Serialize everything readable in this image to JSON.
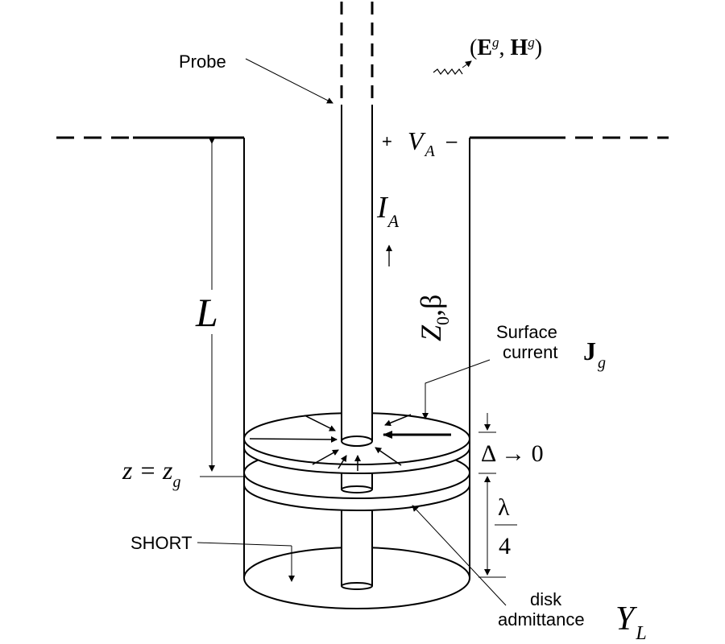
{
  "labels": {
    "probe": "Probe",
    "incident_field": {
      "open": "(",
      "e": "E",
      "e_sup": "g",
      "comma": ", ",
      "h": "H",
      "h_sup": "g",
      "close": ")"
    },
    "voltage": {
      "plus": "+",
      "symbol": "V",
      "sub": "A",
      "minus": "–"
    },
    "current": {
      "symbol": "I",
      "sub": "A"
    },
    "line_params": {
      "z": "Z",
      "sub": "0",
      "rest": ",β"
    },
    "length": "L",
    "surface_current": {
      "line1": "Surface",
      "line2": "current",
      "symbol": "J",
      "sub": "g"
    },
    "position": {
      "lhs": "z = z",
      "sub": "g"
    },
    "gap": "Δ → 0",
    "quarter_wave": {
      "num": "λ",
      "den": "4"
    },
    "short": "SHORT",
    "disk_admittance": {
      "line1": "disk",
      "line2": "admittance",
      "symbol": "Y",
      "sub": "L"
    }
  },
  "colors": {
    "ink": "#000000",
    "paper": "#ffffff",
    "disk_fill": "#f2f2f2"
  }
}
